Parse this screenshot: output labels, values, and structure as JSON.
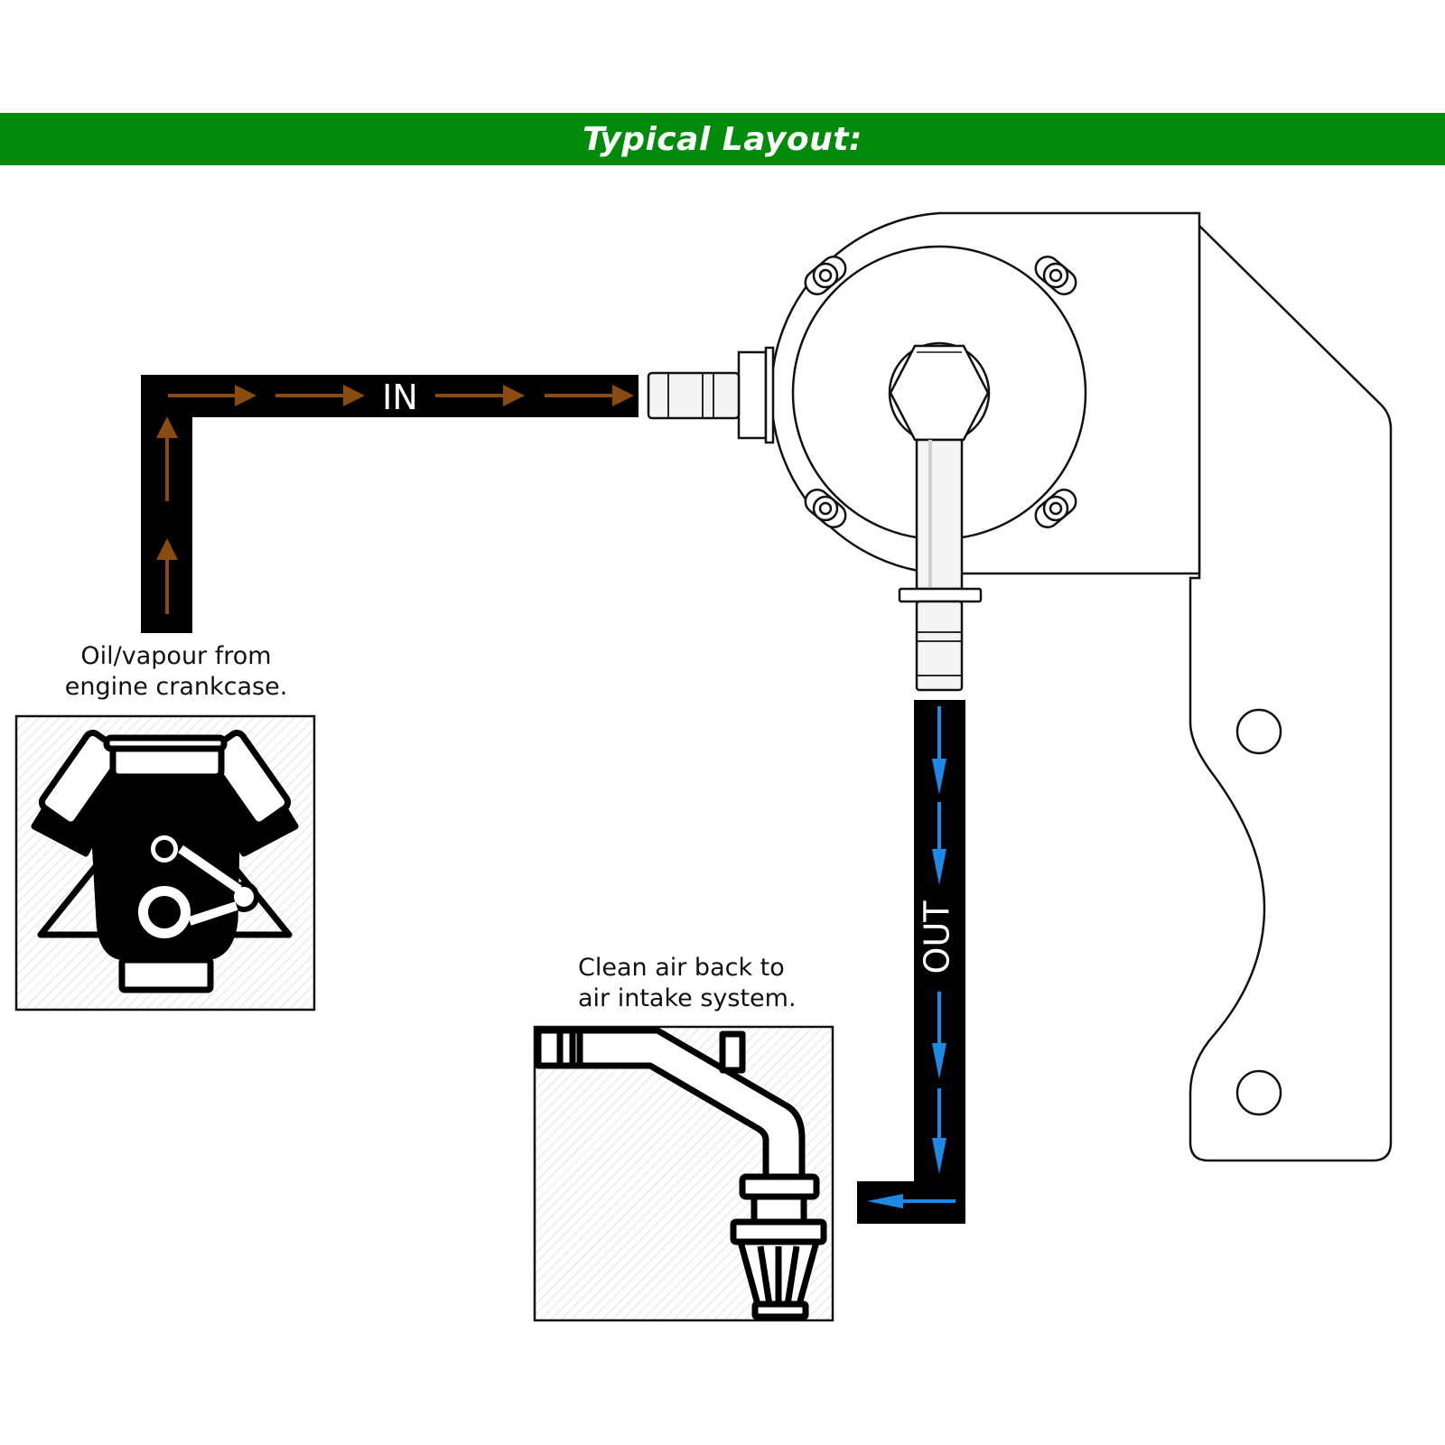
{
  "header": {
    "title": "Typical Layout:",
    "color": "#008c0a"
  },
  "inlet": {
    "label": "IN",
    "caption_line1": "Oil/vapour from",
    "caption_line2": "engine crankcase.",
    "arrow_color": "#8a4a10",
    "icon": "engine-icon"
  },
  "outlet": {
    "label": "OUT",
    "caption_line1": "Clean air back to",
    "caption_line2": "air intake system.",
    "arrow_color": "#1e88e5",
    "icon": "air-intake-icon"
  },
  "device": {
    "icon": "catch-can-icon",
    "bracket_icon": "mounting-bracket-icon"
  }
}
